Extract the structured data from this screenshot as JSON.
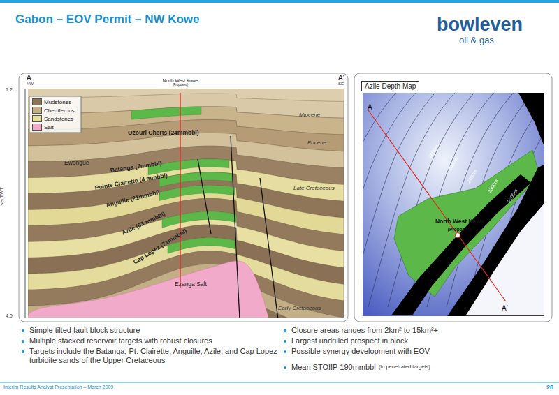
{
  "diagram": {
    "title": "Gabon – EOV Permit – NW Kowe",
    "nodes": [
      {
        "text": [
          "Azile Depth Map"
        ]
      }
    ],
    "labels": [
      "bowleven",
      "oil & gas",
      "A",
      "NW",
      "A'",
      "SE",
      "North West Kowe",
      "(Proposed)",
      "1.2",
      "4.0",
      "secTWT",
      "Miocene",
      "Ozouri Cherts (24mmbbl)",
      "Eocene",
      "Ewongue",
      "Batanga (7mmbbl)",
      "Pointe Clairette (4 mmbbl)",
      "Anguille (21mmbbl)",
      "Late Cretaceous",
      "Azile (63 mmbbl)",
      "Cap Lopez (71mmbbl)",
      "Ezanga Salt",
      "Early Cretaceous",
      "A",
      "2600m",
      "2500m",
      "2400m",
      "2300m",
      "2200m",
      "North West Kowe",
      "(Proposed)",
      "A'",
      "Simple tilted fault block structure",
      "Multiple stacked reservoir targets with robust closures",
      "Targets include the Batanga, Pt. Clairette, Anguille, Azile, and Cap Lopez turbidite sands of the Upper Cretaceous",
      "Closure areas ranges from 2km² to 15km²+",
      "Largest undrilled prospect in block",
      "Possible synergy development with EOV",
      "Mean STOIIP 190mmbbl",
      "(in penetrated targets)",
      "Interim Results Analyst Presentation – March 2009",
      "28"
    ],
    "legend": [
      {
        "text": "Mudstones",
        "color": "#8c7457"
      },
      {
        "text": "Chertiferous",
        "color": "#c4ae86"
      },
      {
        "text": "Sandstones",
        "color": "#e6de9c"
      },
      {
        "text": "Salt",
        "color": "#f2aacb"
      }
    ]
  }
}
